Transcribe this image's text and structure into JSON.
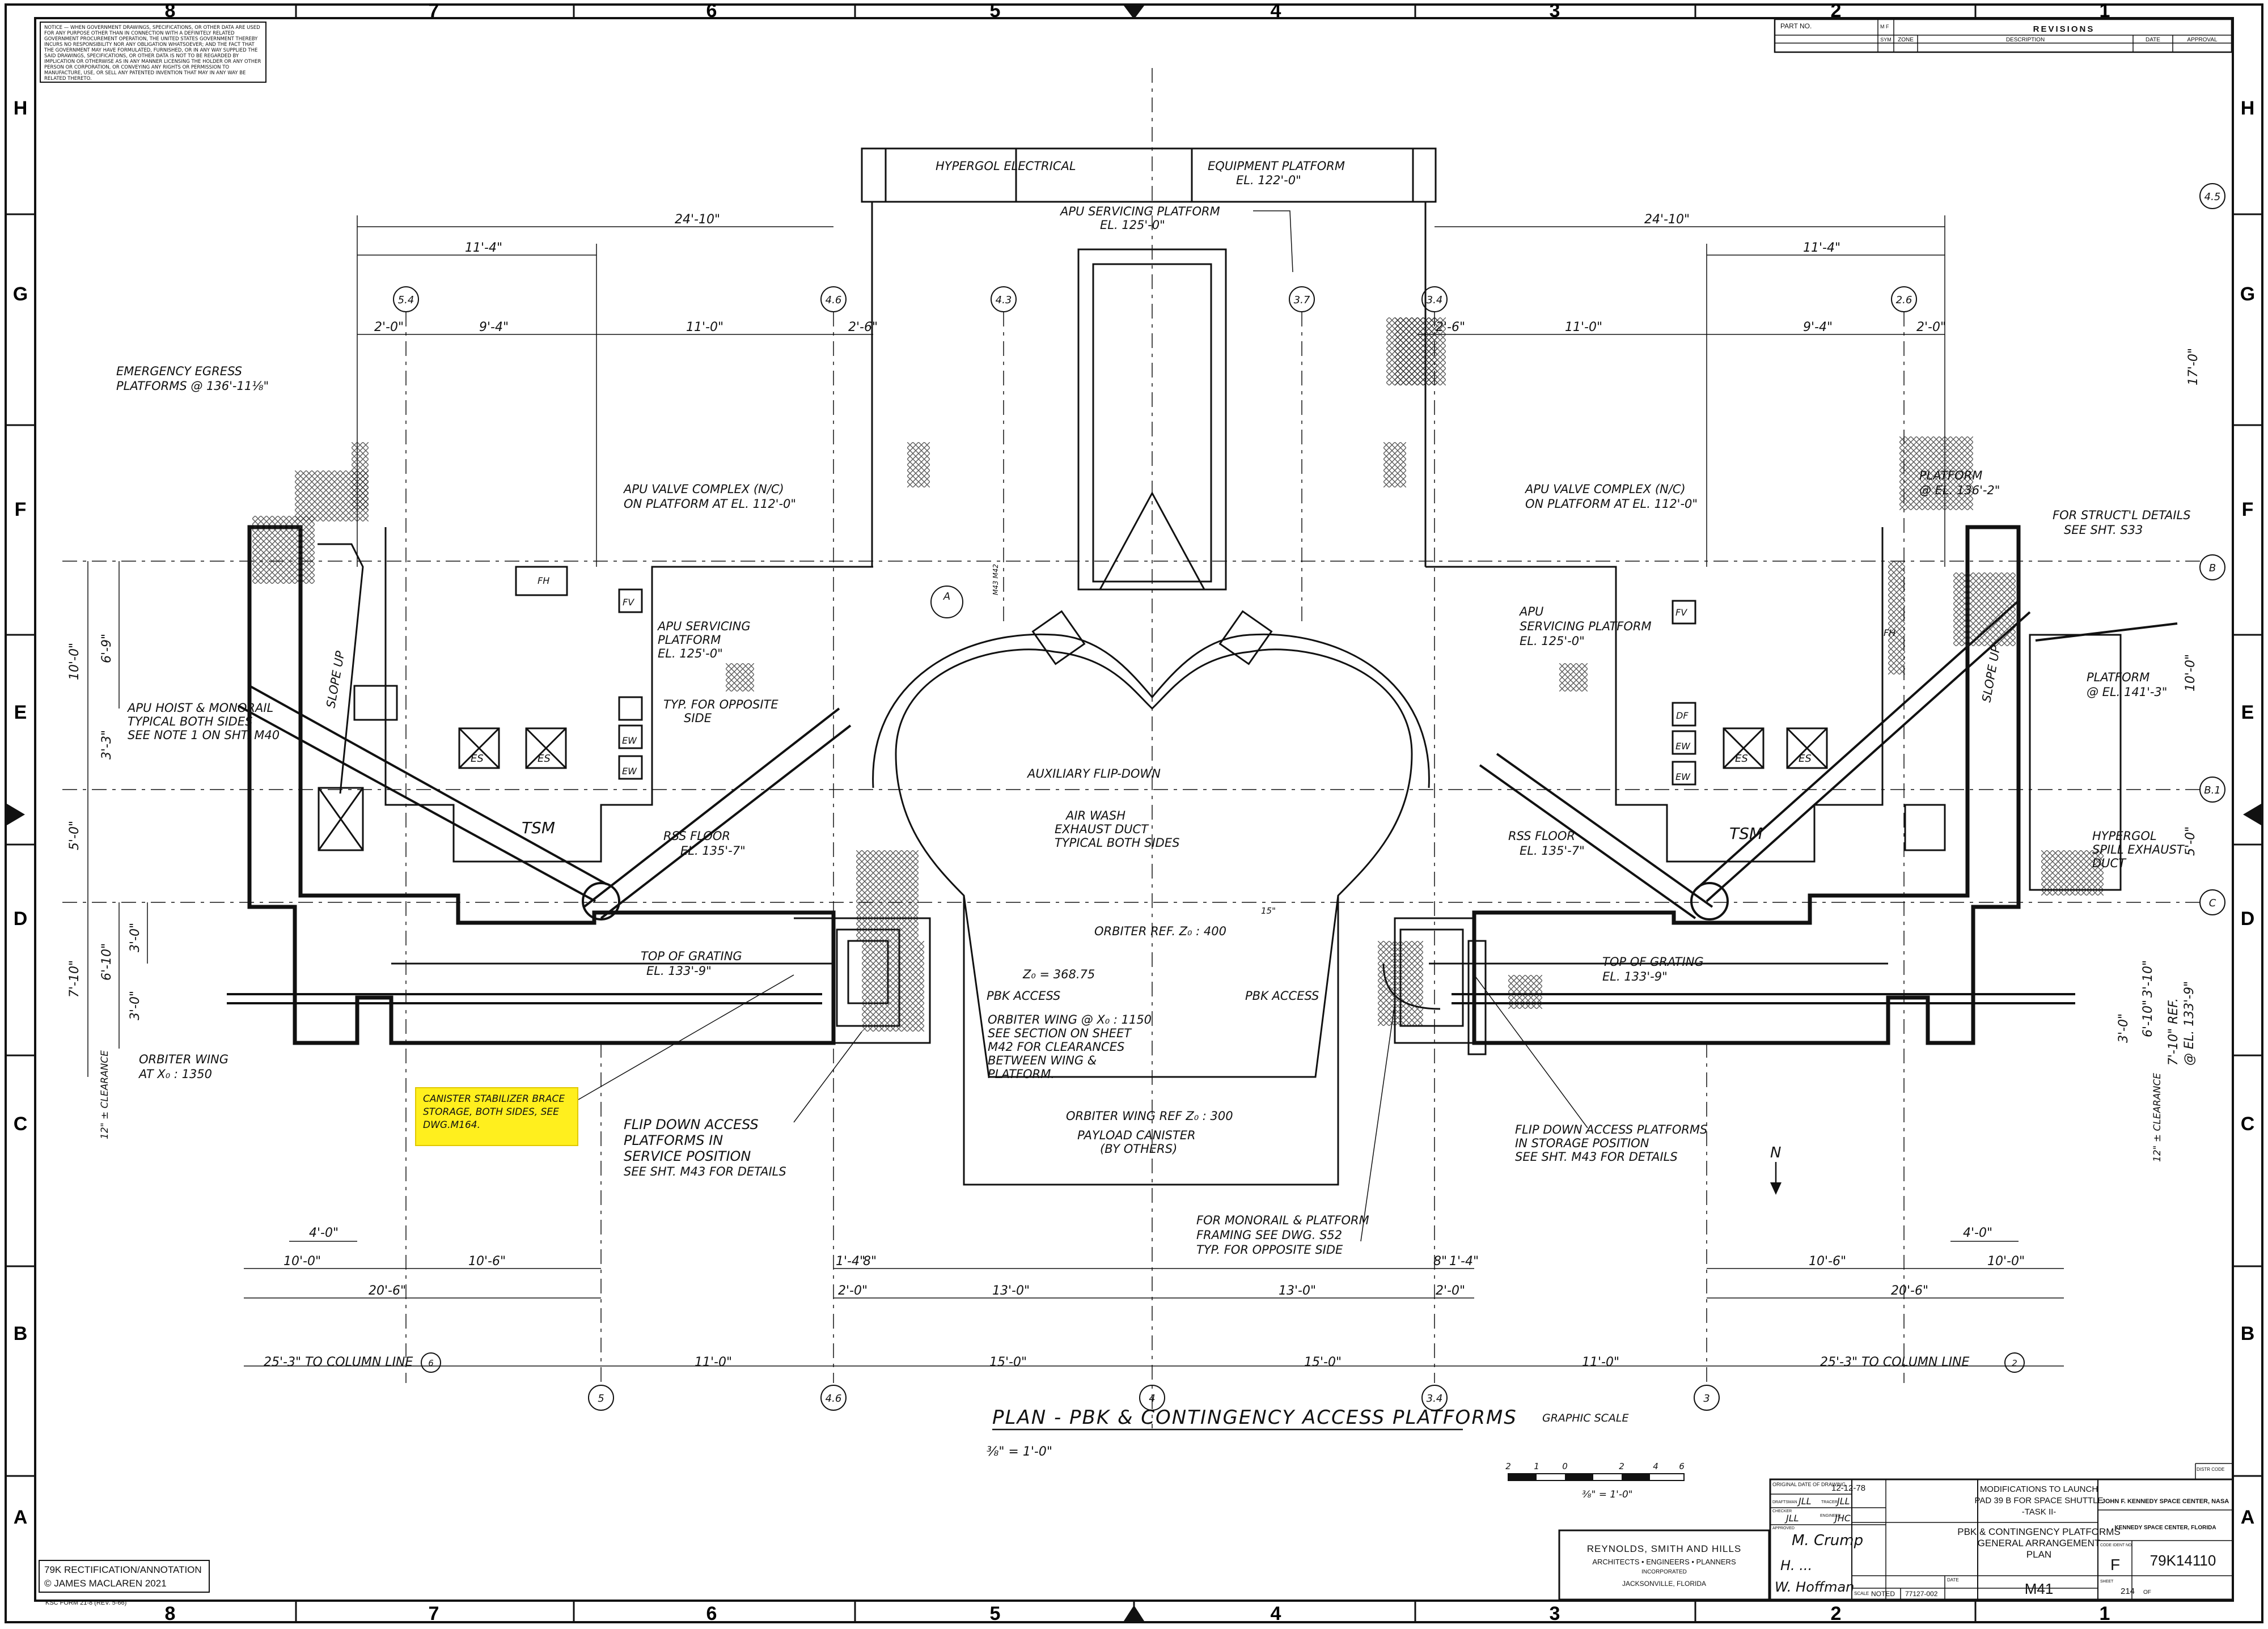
{
  "notice": "Notice — When government drawings, specifications, or other data are used for any purpose other than in connection with a definitely related government procurement operation, the United States Government thereby incurs no responsibility nor any obligation whatsoever; and the fact that the Government may have formulated, furnished, or in any way supplied the said drawings, specifications, or other data is not to be regarded by implication or otherwise as in any manner licensing the holder or any other person or corporation, or conveying any rights or permission to manufacture, use, or sell any patented invention that may in any way be related thereto.",
  "border": {
    "columns_top": [
      "8",
      "7",
      "6",
      "5",
      "4",
      "3",
      "2",
      "1"
    ],
    "columns_bottom": [
      "8",
      "7",
      "6",
      "5",
      "4",
      "3",
      "2",
      "1"
    ],
    "rows_left": [
      "H",
      "G",
      "F",
      "E",
      "D",
      "C",
      "B",
      "A"
    ],
    "rows_right": [
      "H",
      "G",
      "F",
      "E",
      "D",
      "C",
      "B",
      "A"
    ]
  },
  "revisions": {
    "part_no_label": "PART NO.",
    "mark_label": "M F",
    "title": "REVISIONS",
    "headers": [
      "ZONE",
      "SYM",
      "DESCRIPTION",
      "DATE",
      "APPROVAL"
    ]
  },
  "credit": {
    "line1": "79K RECTIFICATION/ANNOTATION",
    "line2": "© JAMES MACLAREN 2021"
  },
  "callout": {
    "text": "Canister stabilizer brace storage, both sides, see dwg.M164."
  },
  "form_no": "KSC FORM 21-8 (REV. 5-66)",
  "labels": {
    "hypergol": "HYPERGOL ELECTRICAL",
    "equip_platform": "EQUIPMENT PLATFORM",
    "equip_el": "EL. 122'-0\"",
    "apu_platform_top": "APU SERVICING PLATFORM",
    "apu_platform_top_el": "EL. 125'-0\"",
    "emergency_egress": "EMERGENCY EGRESS",
    "emergency_egress2": "PLATFORMS @ 136'-11⅛\"",
    "apu_valve_l1": "APU VALVE COMPLEX (N/C)",
    "apu_valve_l2": "ON PLATFORM AT EL. 112'-0\"",
    "apu_valve_r1": "APU VALVE COMPLEX (N/C)",
    "apu_valve_r2": "ON PLATFORM AT EL. 112'-0\"",
    "apu_serv_l1": "APU SERVICING",
    "apu_serv_l2": "PLATFORM",
    "apu_serv_l3": "EL. 125'-0\"",
    "apu_serv_r1": "APU",
    "apu_serv_r2": "SERVICING PLATFORM",
    "apu_serv_r3": "EL. 125'-0\"",
    "platform_r1": "PLATFORM",
    "platform_r2": "@ EL. 136'-2\"",
    "struct_r1": "FOR STRUCT'L DETAILS",
    "struct_r2": "SEE SHT. S33",
    "apu_hoist1": "APU HOIST & MONORAIL",
    "apu_hoist2": "TYPICAL BOTH SIDES",
    "apu_hoist3": "SEE NOTE 1 ON SHT. M40",
    "typ_opposite1": "TYP. FOR OPPOSITE",
    "typ_opposite2": "SIDE",
    "aux_flip": "AUXILIARY FLIP-DOWN",
    "air_wash1": "AIR WASH",
    "air_wash2": "EXHAUST DUCT",
    "air_wash3": "TYPICAL BOTH SIDES",
    "rss_floor_l1": "RSS FLOOR",
    "rss_floor_l2": "EL. 135'-7\"",
    "rss_floor_r1": "RSS FLOOR",
    "rss_floor_r2": "EL. 135'-7\"",
    "tsm_l": "TSM",
    "tsm_r": "TSM",
    "platform_141a": "PLATFORM",
    "platform_141b": "@ EL. 141'-3\"",
    "hyp_spill1": "HYPERGOL",
    "hyp_spill2": "SPILL EXHAUST",
    "hyp_spill3": "DUCT",
    "orbiter_ref": "ORBITER REF. Z₀ : 400",
    "zo_label": "Z₀ = 368.75",
    "pbk_access_l": "PBK ACCESS",
    "pbk_access_r": "PBK ACCESS",
    "orbiter_wing1": "ORBITER WING @ X₀ : 1150",
    "orbiter_wing2": "SEE SECTION ON SHEET",
    "orbiter_wing3": "M42 FOR CLEARANCES",
    "orbiter_wing4": "BETWEEN WING &",
    "orbiter_wing5": "PLATFORM.",
    "top_grating_l1": "TOP OF GRATING",
    "top_grating_l2": "EL. 133'-9\"",
    "top_grating_r1": "TOP OF GRATING",
    "top_grating_r2": "EL. 133'-9\"",
    "orbiter_wing_x1": "ORBITER WING",
    "orbiter_wing_x2": "AT X₀ : 1350",
    "orbiter_wing_ref": "ORBITER WING REF Z₀ : 300",
    "payload1": "PAYLOAD CANISTER",
    "payload2": "(BY OTHERS)",
    "flip_l1": "FLIP DOWN ACCESS",
    "flip_l2": "PLATFORMS IN",
    "flip_l3": "SERVICE POSITION",
    "flip_l4": "SEE SHT. M43 FOR DETAILS",
    "flip_r1": "FLIP DOWN ACCESS PLATFORMS",
    "flip_r2": "IN STORAGE POSITION",
    "flip_r3": "SEE SHT. M43 FOR DETAILS",
    "monorail1": "FOR MONORAIL & PLATFORM",
    "monorail2": "FRAMING SEE DWG. S52",
    "monorail3": "TYP. FOR OPPOSITE SIDE",
    "north": "N",
    "fh_l": "FH",
    "fh_r": "FH",
    "fv_l": "FV",
    "fv_r": "FV",
    "ew": "EW",
    "es": "ES",
    "df": "DF",
    "slope_up": "SLOPE UP",
    "clearance": "12\" ± CLEARANCE",
    "a_section": "A",
    "a_section_sheet": "M43 M42",
    "col_line_l": "25'-3\" TO COLUMN LINE",
    "col_line_r": "25'-3\" TO COLUMN LINE",
    "plan_title": "PLAN - PBK & CONTINGENCY ACCESS PLATFORMS",
    "plan_scale": "⅜\" = 1'-0\"",
    "graphic_scale": "GRAPHIC SCALE",
    "graphic_scale_unit": "⅜\" = 1'-0\"",
    "graphic_scale_ticks": [
      "2",
      "1",
      "0",
      "2",
      "4",
      "6"
    ]
  },
  "grid_bubbles": {
    "top": [
      "5.4",
      "4.6",
      "4.3",
      "3.7",
      "3.4",
      "2.6"
    ],
    "bottom": [
      "5",
      "4.6",
      "4",
      "3.4",
      "3"
    ],
    "right": [
      "4.5",
      "B",
      "B.1",
      "C"
    ],
    "col_line_refs": [
      "6",
      "2"
    ]
  },
  "dims": {
    "top_l_total": "24'-10\"",
    "top_l_sub": "11'-4\"",
    "top_l_a": "2'-0\"",
    "top_l_b": "9'-4\"",
    "top_l_c": "11'-0\"",
    "top_l_d": "2'-6\"",
    "top_r_total": "24'-10\"",
    "top_r_sub": "11'-4\"",
    "top_r_a": "2'-6\"",
    "top_r_b": "11'-0\"",
    "top_r_c": "9'-4\"",
    "top_r_d": "2'-0\"",
    "right_17": "17'-0\"",
    "left_10": "10'-0\"",
    "left_6_9": "6'-9\"",
    "left_3_3": "3'-3\"",
    "left_5": "5'-0\"",
    "left_7_10": "7'-10\"",
    "left_6_10": "6'-10\"",
    "left_3a": "3'-0\"",
    "left_3b": "3'-0\"",
    "right_10": "10'-0\"",
    "right_5": "5'-0\"",
    "right_3_10": "3'-10\"",
    "right_6_10": "6'-10\"",
    "right_7_10": "7'-10\" REF.",
    "right_el": "@ EL. 133'-9\"",
    "right_3": "3'-0\"",
    "bot_l_4": "4'-0\"",
    "bot_l_10a": "10'-0\"",
    "bot_l_10b": "10'-6\"",
    "bot_l_20": "20'-6\"",
    "bot_c_1_4a": "1'-4\"",
    "bot_c_8a": "8\"",
    "bot_c_2a": "2'-0\"",
    "bot_c_13a": "13'-0\"",
    "bot_c_13b": "13'-0\"",
    "bot_c_2b": "2'-0\"",
    "bot_c_8b": "8\"",
    "bot_c_1_4b": "1'-4\"",
    "bot_r_4": "4'-0\"",
    "bot_r_10a": "10'-6\"",
    "bot_r_10b": "10'-0\"",
    "bot_r_20": "20'-6\"",
    "col_11a": "11'-0\"",
    "col_15a": "15'-0\"",
    "col_15b": "15'-0\"",
    "col_11b": "11'-0\"",
    "ref_15": "15\""
  },
  "title_block": {
    "firm_line1": "REYNOLDS, SMITH AND HILLS",
    "firm_line2": "ARCHITECTS • ENGINEERS • PLANNERS",
    "firm_line3": "INCORPORATED",
    "firm_line4": "JACKSONVILLE, FLORIDA",
    "orig_date_label": "ORIGINAL DATE OF DRAWING",
    "orig_date": "12-12-78",
    "draftsman_label": "DRAFTSMAN",
    "draftsman": "JLL",
    "tracer_label": "TRACER",
    "tracer": "JLL",
    "checker_label": "CHECKER",
    "checker": "JLL",
    "engineer_label": "ENGINEER",
    "engineer": "JHC",
    "approved_label": "APPROVED",
    "approved_sig": "M. Crump",
    "sig2": "H. ...",
    "sig3": "W. Hoffman",
    "title_1": "MODIFICATIONS TO LAUNCH",
    "title_2": "PAD 39 B  FOR SPACE SHUTTLE",
    "title_3": "-TASK II-",
    "title_4": "PBK & CONTINGENCY PLATFORMS",
    "title_5": "GENERAL ARRANGEMENT",
    "title_6": "PLAN",
    "agency_1": "JOHN F. KENNEDY SPACE CENTER, NASA",
    "agency_2": "KENNEDY SPACE CENTER, FLORIDA",
    "scale_label": "SCALE",
    "scale": "NOTED",
    "job_no": "77127-002",
    "date_label": "DATE",
    "sheet_code": "M41",
    "size_label": "CODE IDENT NO.",
    "size": "F",
    "drawing_no": "79K14110",
    "sheet_label": "SHEET",
    "sheet": "214",
    "of_label": "OF",
    "dist_code": "DISTR CODE"
  }
}
